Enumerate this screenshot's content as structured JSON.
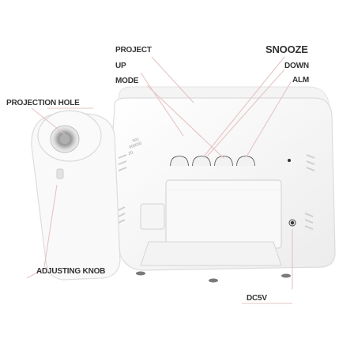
{
  "labels": {
    "project": "PROJECT",
    "up": "UP",
    "mode": "MODE",
    "snooze": "SNOOZE",
    "down": "DOWN",
    "alm": "ALM",
    "projection_hole": "PROJECTION HOLE",
    "adjusting_knob": "ADJUSTING KNOB",
    "dc5v": "DC5V"
  },
  "colors": {
    "leader_line": "#e8c8c8",
    "label_text": "#333333",
    "device_body": "#f7f7f7",
    "device_edge": "#d9d9d9"
  }
}
